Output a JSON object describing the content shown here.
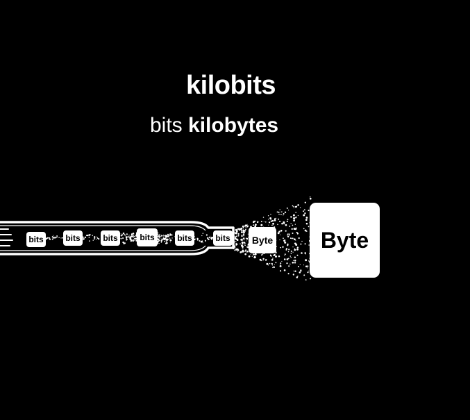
{
  "heading": {
    "title": "kilobits",
    "subtitle_light": "bits",
    "subtitle_bold": "kilobytes"
  },
  "pipe": {
    "chunks": [
      "bits",
      "bits",
      "bits",
      "bits",
      "bits",
      "bits"
    ]
  },
  "outputs": {
    "byte_small": "Byte",
    "byte_large": "Byte"
  },
  "colors": {
    "background": "#000000",
    "foreground": "#ffffff"
  }
}
